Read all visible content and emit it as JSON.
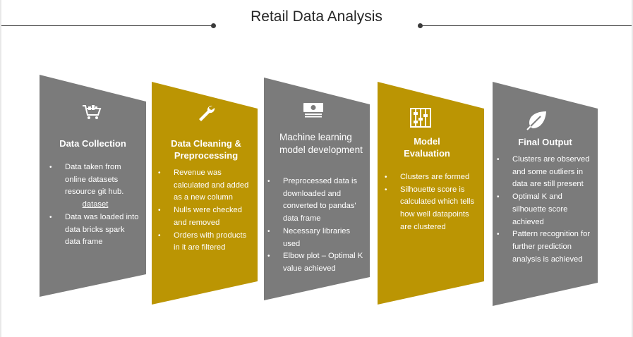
{
  "title": "Retail Data Analysis",
  "colors": {
    "gray": "#7b7b7b",
    "gold": "#bb9503",
    "text": "#ffffff"
  },
  "steps": [
    {
      "heading": "Data Collection",
      "icon": "shopping-cart-icon",
      "bullets": [
        "Data taken from online datasets resource git hub.",
        "Data was loaded into data bricks spark data frame"
      ],
      "link": "dataset"
    },
    {
      "heading": "Data Cleaning & Preprocessing",
      "icon": "wrench-icon",
      "bullets": [
        "Revenue was calculated and added as a new column",
        "Nulls were checked and removed",
        "Orders with products in it are filtered"
      ]
    },
    {
      "heading": "Machine learning model development",
      "icon": "money-stack-icon",
      "bullets": [
        "Preprocessed data is downloaded and converted to pandas' data frame",
        "Necessary libraries used",
        "Elbow plot – Optimal K value achieved"
      ]
    },
    {
      "heading": "Model Evaluation",
      "icon": "abacus-icon",
      "bullets": [
        "Clusters are formed",
        "Silhouette score is calculated which tells how well datapoints are clustered"
      ]
    },
    {
      "heading": "Final Output",
      "icon": "leaf-icon",
      "bullets": [
        "Clusters are observed and some outliers in data are still present",
        "Optimal K and silhouette score achieved",
        "Pattern recognition for further prediction analysis is achieved"
      ]
    }
  ]
}
